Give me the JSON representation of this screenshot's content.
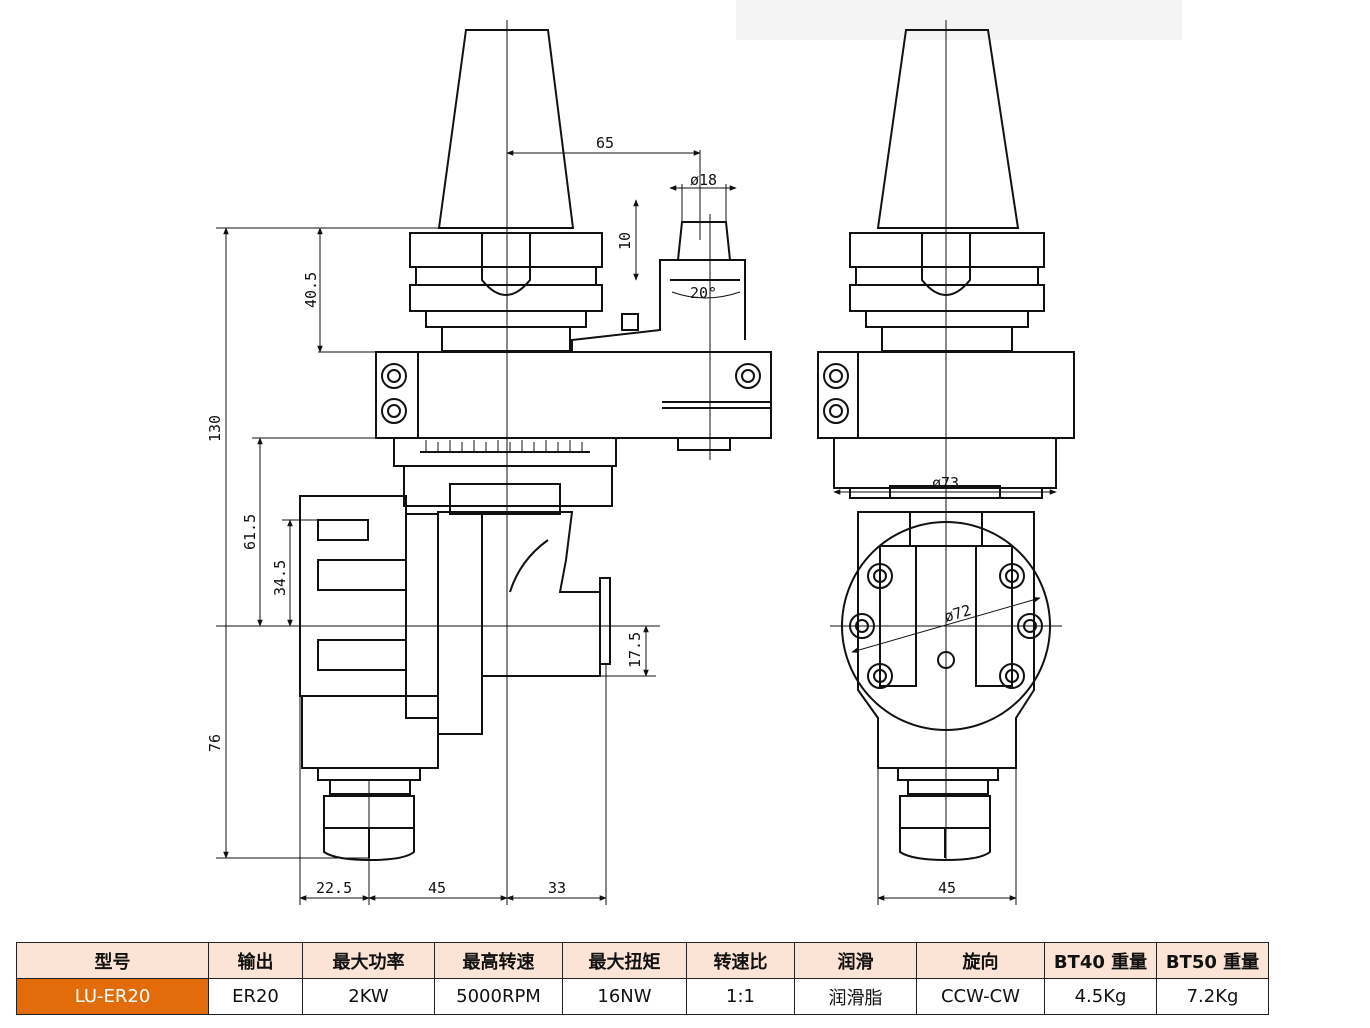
{
  "drawing": {
    "dimensions": {
      "d65": "65",
      "d18": "ø18",
      "d10": "10",
      "d20deg": "20°",
      "d40_5": "40.5",
      "d130": "130",
      "d61_5": "61.5",
      "d34_5": "34.5",
      "d17_5": "17.5",
      "d76": "76",
      "d22_5": "22.5",
      "d45_left": "45",
      "d33": "33",
      "d73": "ø73",
      "d72": "ø72",
      "d45_right": "45"
    }
  },
  "table": {
    "headers": [
      "型号",
      "输出",
      "最大功率",
      "最高转速",
      "最大扭矩",
      "转速比",
      "润滑",
      "旋向",
      "BT40 重量",
      "BT50 重量"
    ],
    "row": [
      "LU-ER20",
      "ER20",
      "2KW",
      "5000RPM",
      "16NW",
      "1:1",
      "润滑脂",
      "CCW-CW",
      "4.5Kg",
      "7.2Kg"
    ]
  },
  "colors": {
    "header_bg": "#fbe4d5",
    "model_bg": "#e36c0a"
  }
}
